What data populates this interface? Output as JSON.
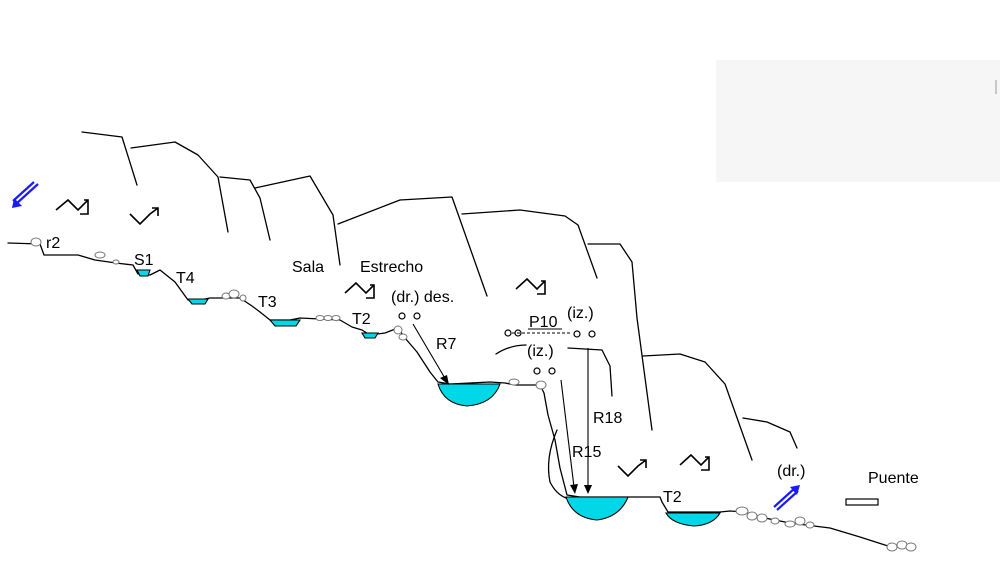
{
  "labels": {
    "r2": "r2",
    "s1": "S1",
    "t4": "T4",
    "t3": "T3",
    "t2_upper": "T2",
    "sala": "Sala",
    "estrecho": "Estrecho",
    "dr_des": "(dr.) des.",
    "r7": "R7",
    "p10": "P10",
    "iz_upper": "(iz.)",
    "iz_lower": "(iz.)",
    "r18": "R18",
    "r15": "R15",
    "t2_lower": "T2",
    "dr_exit": "(dr.)",
    "puente": "Puente"
  },
  "colors": {
    "water": "#00d8e8",
    "arrow_blue": "#1a1aff",
    "panel_grey": "#f6f6f6"
  },
  "icons": {
    "entry_arrow": "arrow-down-left-icon",
    "exit_arrow": "arrow-up-right-icon",
    "turn_symbol": "turn-arrow-icon",
    "anchor": "anchor-ring-icon",
    "bridge": "bridge-icon"
  }
}
